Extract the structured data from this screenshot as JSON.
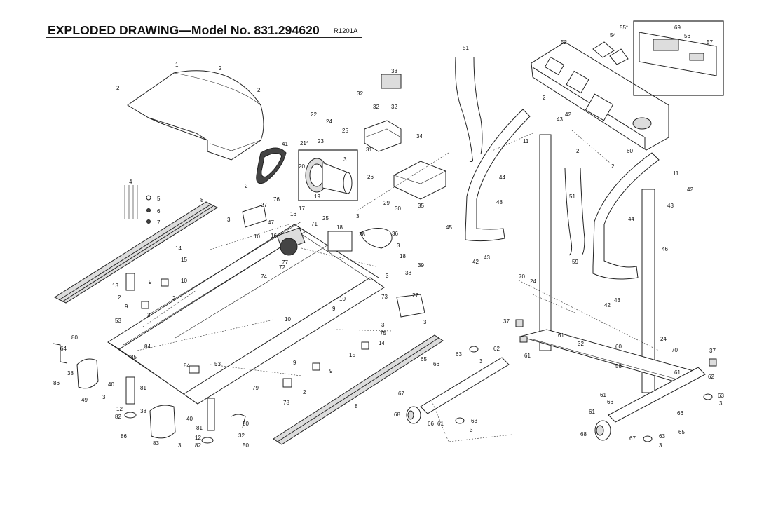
{
  "header": {
    "title": "EXPLODED DRAWING—Model No. 831.294620",
    "code": "R1201A"
  },
  "labels": [
    {
      "id": "l1",
      "text": "1"
    },
    {
      "id": "l2a",
      "text": "2"
    },
    {
      "id": "l2b",
      "text": "2"
    },
    {
      "id": "l2c",
      "text": "2"
    },
    {
      "id": "l2d",
      "text": "2"
    },
    {
      "id": "l41",
      "text": "41"
    },
    {
      "id": "l21",
      "text": "21*"
    },
    {
      "id": "l20",
      "text": "20"
    },
    {
      "id": "l19",
      "text": "19"
    },
    {
      "id": "l3a",
      "text": "3"
    },
    {
      "id": "l22",
      "text": "22"
    },
    {
      "id": "l24a",
      "text": "24"
    },
    {
      "id": "l23",
      "text": "23"
    },
    {
      "id": "l25a",
      "text": "25"
    },
    {
      "id": "l26",
      "text": "26"
    },
    {
      "id": "l33",
      "text": "33"
    },
    {
      "id": "l32a",
      "text": "32"
    },
    {
      "id": "l32b",
      "text": "32"
    },
    {
      "id": "l32c",
      "text": "32"
    },
    {
      "id": "l31",
      "text": "31"
    },
    {
      "id": "l34",
      "text": "34"
    },
    {
      "id": "l35",
      "text": "35"
    },
    {
      "id": "l29",
      "text": "29"
    },
    {
      "id": "l30",
      "text": "30"
    },
    {
      "id": "l36",
      "text": "36"
    },
    {
      "id": "l28",
      "text": "28"
    },
    {
      "id": "l18a",
      "text": "18"
    },
    {
      "id": "l18b",
      "text": "18"
    },
    {
      "id": "l3b",
      "text": "3"
    },
    {
      "id": "l3c",
      "text": "3"
    },
    {
      "id": "l4",
      "text": "4"
    },
    {
      "id": "l5",
      "text": "5"
    },
    {
      "id": "l6",
      "text": "6"
    },
    {
      "id": "l7",
      "text": "7"
    },
    {
      "id": "l8a",
      "text": "8"
    },
    {
      "id": "l8b",
      "text": "8"
    },
    {
      "id": "l27a",
      "text": "27"
    },
    {
      "id": "l27b",
      "text": "27"
    },
    {
      "id": "l76",
      "text": "76"
    },
    {
      "id": "l17",
      "text": "17"
    },
    {
      "id": "l16a",
      "text": "16"
    },
    {
      "id": "l16b",
      "text": "16"
    },
    {
      "id": "l47",
      "text": "47"
    },
    {
      "id": "l71",
      "text": "71"
    },
    {
      "id": "l25b",
      "text": "25"
    },
    {
      "id": "l3d",
      "text": "3"
    },
    {
      "id": "l10a",
      "text": "10"
    },
    {
      "id": "l10b",
      "text": "10"
    },
    {
      "id": "l10c",
      "text": "10"
    },
    {
      "id": "l10d",
      "text": "10"
    },
    {
      "id": "l77",
      "text": "77"
    },
    {
      "id": "l14a",
      "text": "14"
    },
    {
      "id": "l14b",
      "text": "14"
    },
    {
      "id": "l15a",
      "text": "15"
    },
    {
      "id": "l15b",
      "text": "15"
    },
    {
      "id": "l74",
      "text": "74"
    },
    {
      "id": "l72",
      "text": "72"
    },
    {
      "id": "l13",
      "text": "13"
    },
    {
      "id": "l9a",
      "text": "9"
    },
    {
      "id": "l9b",
      "text": "9"
    },
    {
      "id": "l9c",
      "text": "9"
    },
    {
      "id": "l9d",
      "text": "9"
    },
    {
      "id": "l2e",
      "text": "2"
    },
    {
      "id": "l2f",
      "text": "2"
    },
    {
      "id": "l2g",
      "text": "2"
    },
    {
      "id": "l38a",
      "text": "38"
    },
    {
      "id": "l39",
      "text": "39"
    },
    {
      "id": "l73",
      "text": "73"
    },
    {
      "id": "l75",
      "text": "75"
    },
    {
      "id": "l3e",
      "text": "3"
    },
    {
      "id": "l53a",
      "text": "53"
    },
    {
      "id": "l53b",
      "text": "53"
    },
    {
      "id": "l80a",
      "text": "80"
    },
    {
      "id": "l80b",
      "text": "80"
    },
    {
      "id": "l84a",
      "text": "84"
    },
    {
      "id": "l84b",
      "text": "84"
    },
    {
      "id": "l85",
      "text": "85"
    },
    {
      "id": "l64",
      "text": "64"
    },
    {
      "id": "l38b",
      "text": "38"
    },
    {
      "id": "l38c",
      "text": "38"
    },
    {
      "id": "l86a",
      "text": "86"
    },
    {
      "id": "l86b",
      "text": "86"
    },
    {
      "id": "l49",
      "text": "49"
    },
    {
      "id": "l40a",
      "text": "40"
    },
    {
      "id": "l40b",
      "text": "40"
    },
    {
      "id": "l81a",
      "text": "81"
    },
    {
      "id": "l81b",
      "text": "81"
    },
    {
      "id": "l12a",
      "text": "12"
    },
    {
      "id": "l12b",
      "text": "12"
    },
    {
      "id": "l82a",
      "text": "82"
    },
    {
      "id": "l82b",
      "text": "82"
    },
    {
      "id": "l83",
      "text": "83"
    },
    {
      "id": "l3f",
      "text": "3"
    },
    {
      "id": "l3g",
      "text": "3"
    },
    {
      "id": "l79",
      "text": "79"
    },
    {
      "id": "l78",
      "text": "78"
    },
    {
      "id": "l2h",
      "text": "2"
    },
    {
      "id": "l9e",
      "text": "9"
    },
    {
      "id": "l32d",
      "text": "32"
    },
    {
      "id": "l50",
      "text": "50"
    },
    {
      "id": "l51a",
      "text": "51"
    },
    {
      "id": "l51b",
      "text": "51"
    },
    {
      "id": "l52",
      "text": "52"
    },
    {
      "id": "l54",
      "text": "54"
    },
    {
      "id": "l55",
      "text": "55*"
    },
    {
      "id": "l69",
      "text": "69"
    },
    {
      "id": "l56",
      "text": "56"
    },
    {
      "id": "l57",
      "text": "57"
    },
    {
      "id": "l2i",
      "text": "2"
    },
    {
      "id": "l2j",
      "text": "2"
    },
    {
      "id": "l2k",
      "text": "2"
    },
    {
      "id": "l42a",
      "text": "42"
    },
    {
      "id": "l42b",
      "text": "42"
    },
    {
      "id": "l42c",
      "text": "42"
    },
    {
      "id": "l42d",
      "text": "42"
    },
    {
      "id": "l43a",
      "text": "43"
    },
    {
      "id": "l43b",
      "text": "43"
    },
    {
      "id": "l43c",
      "text": "43"
    },
    {
      "id": "l43d",
      "text": "43"
    },
    {
      "id": "l11a",
      "text": "11"
    },
    {
      "id": "l11b",
      "text": "11"
    },
    {
      "id": "l60a",
      "text": "60"
    },
    {
      "id": "l60b",
      "text": "60"
    },
    {
      "id": "l44a",
      "text": "44"
    },
    {
      "id": "l44b",
      "text": "44"
    },
    {
      "id": "l48",
      "text": "48"
    },
    {
      "id": "l45",
      "text": "45"
    },
    {
      "id": "l46",
      "text": "46"
    },
    {
      "id": "l59",
      "text": "59"
    },
    {
      "id": "l70a",
      "text": "70"
    },
    {
      "id": "l70b",
      "text": "70"
    },
    {
      "id": "l24b",
      "text": "24"
    },
    {
      "id": "l24c",
      "text": "24"
    },
    {
      "id": "l37a",
      "text": "37"
    },
    {
      "id": "l37b",
      "text": "37"
    },
    {
      "id": "l61a",
      "text": "61"
    },
    {
      "id": "l61b",
      "text": "61"
    },
    {
      "id": "l61c",
      "text": "61"
    },
    {
      "id": "l61d",
      "text": "61"
    },
    {
      "id": "l61e",
      "text": "61"
    },
    {
      "id": "l61f",
      "text": "61"
    },
    {
      "id": "l62a",
      "text": "62"
    },
    {
      "id": "l62b",
      "text": "62"
    },
    {
      "id": "l63a",
      "text": "63"
    },
    {
      "id": "l63b",
      "text": "63"
    },
    {
      "id": "l63c",
      "text": "63"
    },
    {
      "id": "l63d",
      "text": "63"
    },
    {
      "id": "l65a",
      "text": "65"
    },
    {
      "id": "l65b",
      "text": "65"
    },
    {
      "id": "l66a",
      "text": "66"
    },
    {
      "id": "l66b",
      "text": "66"
    },
    {
      "id": "l66c",
      "text": "66"
    },
    {
      "id": "l66d",
      "text": "66"
    },
    {
      "id": "l67a",
      "text": "67"
    },
    {
      "id": "l67b",
      "text": "67"
    },
    {
      "id": "l68a",
      "text": "68"
    },
    {
      "id": "l68b",
      "text": "68"
    },
    {
      "id": "l58",
      "text": "58"
    },
    {
      "id": "l32e",
      "text": "32"
    },
    {
      "id": "l3h",
      "text": "3"
    },
    {
      "id": "l3i",
      "text": "3"
    },
    {
      "id": "l3j",
      "text": "3"
    },
    {
      "id": "l3k",
      "text": "3"
    },
    {
      "id": "l3l",
      "text": "3"
    },
    {
      "id": "l3m",
      "text": "3"
    }
  ]
}
